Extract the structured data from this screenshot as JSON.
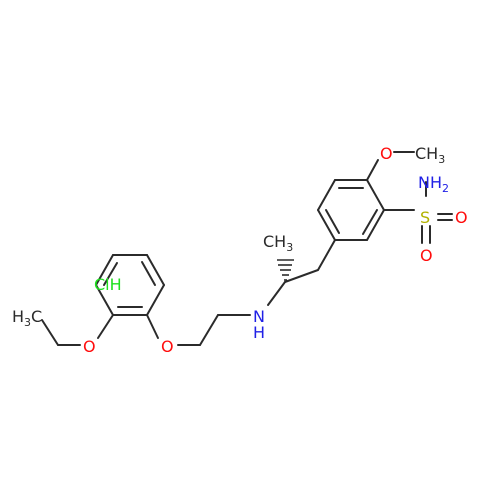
{
  "colors": {
    "bond": "#2b2b2b",
    "carbon": "#2b2b2b",
    "oxygen": "#ff0d0d",
    "nitrogen": "#2020e6",
    "sulfur": "#b2b200",
    "chlorine": "#1fe01f"
  },
  "labels": {
    "methoxy_o": "O",
    "methoxy_ch": "CH",
    "methoxy_sub": "3",
    "nh": "NH",
    "nh_sub": "2",
    "sulfur": "S",
    "sulfonyl_o": "O",
    "sulfonyl_o2": "O",
    "amine_n": "N",
    "amine_h": "H",
    "methyl_ch": "CH",
    "methyl_sub": "3",
    "ethoxy_h": "H",
    "ethoxy_sub": "3",
    "ethoxy_c": "C",
    "ethoxy_o": "O",
    "ether_o": "O",
    "chloride": "ClH"
  }
}
